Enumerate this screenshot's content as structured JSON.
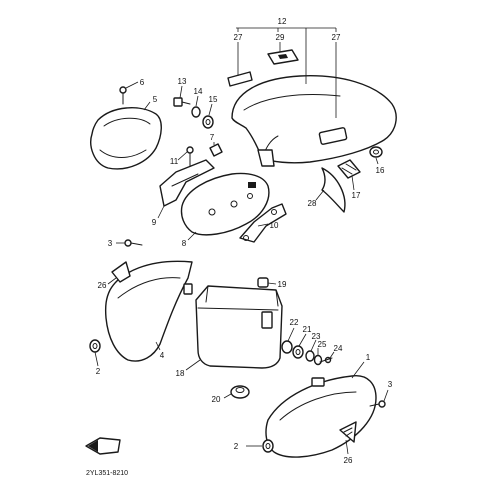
{
  "diagram": {
    "callouts": [
      "1",
      "2",
      "3",
      "4",
      "5",
      "6",
      "7",
      "8",
      "9",
      "10",
      "11",
      "12",
      "13",
      "14",
      "15",
      "16",
      "17",
      "18",
      "19",
      "20",
      "21",
      "22",
      "23",
      "24",
      "25",
      "26",
      "27",
      "28",
      "29"
    ],
    "callouts_repeated": [
      "2",
      "3",
      "26",
      "27"
    ],
    "drawing_code": "2YL351-8210"
  }
}
